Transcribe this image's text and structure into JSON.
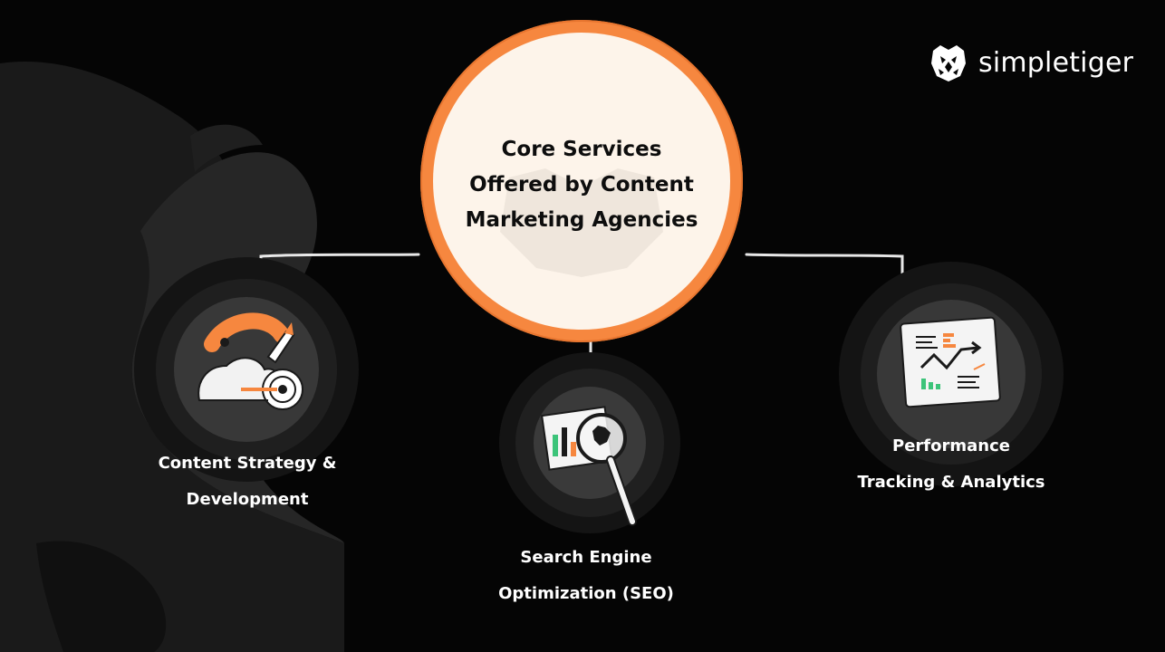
{
  "brand": {
    "name": "simpletiger",
    "logo_icon": "tiger-head-icon"
  },
  "center": {
    "title": "Core Services\nOffered by Content\nMarketing Agencies"
  },
  "nodes": [
    {
      "id": "content-strategy",
      "label": "Content Strategy &\nDevelopment",
      "icon": "rocket-target-icon"
    },
    {
      "id": "seo",
      "label": "Search Engine\nOptimization (SEO)",
      "icon": "magnifier-chart-icon"
    },
    {
      "id": "performance",
      "label": "Performance\nTracking & Analytics",
      "icon": "analytics-chart-icon"
    }
  ],
  "colors": {
    "background": "#050505",
    "accent": "#f6873f",
    "center_fill": "#fdf4ea",
    "ring_outer": "#141414",
    "ring_mid": "#222222",
    "ring_inner": "#3a3a3a",
    "connector": "#e8e8e8",
    "chart_green": "#3cc47a"
  }
}
